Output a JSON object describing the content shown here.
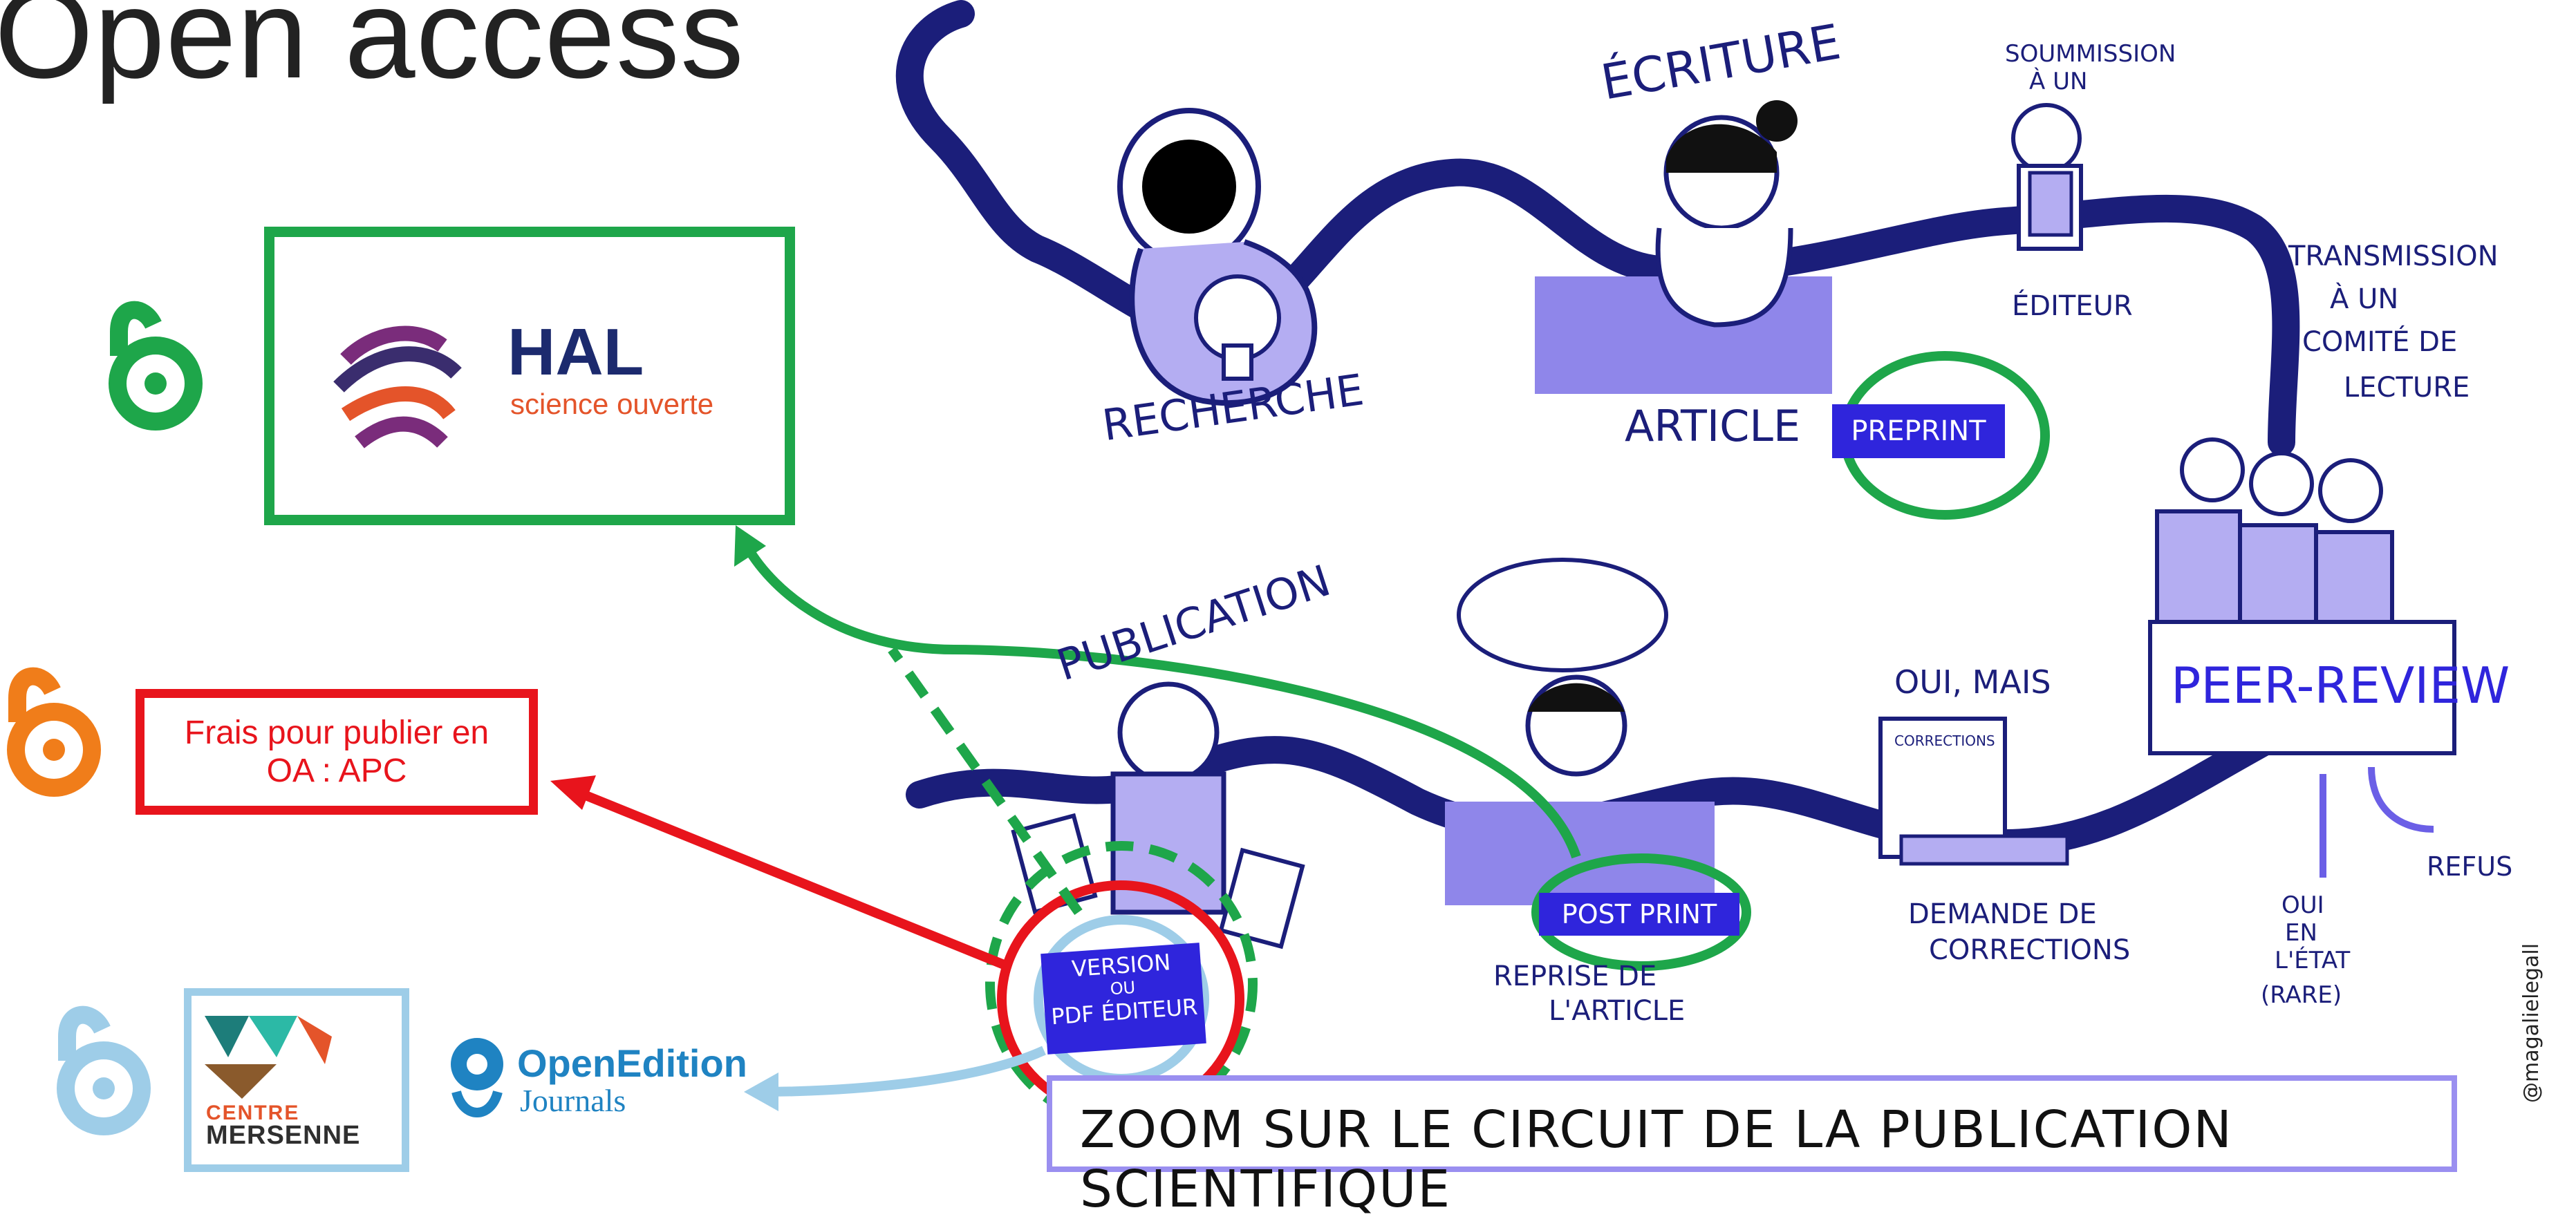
{
  "slide": {
    "title": "Open access"
  },
  "hal": {
    "name": "HAL",
    "tagline": "science ouverte"
  },
  "apc": {
    "line1": "Frais pour publier en",
    "line2": "OA : APC"
  },
  "mersenne": {
    "centre": "CENTRE",
    "name": "MERSENNE"
  },
  "openedition": {
    "name": "OpenEdition",
    "sub": "Journals"
  },
  "illustration": {
    "recherche": "RECHERCHE",
    "ecriture": "ÉCRITURE",
    "article": "ARTICLE",
    "preprint": "PREPRINT",
    "soumission1": "SOUMMISSION",
    "soumission2": "À UN",
    "editeur": "ÉDITEUR",
    "transmission1": "TRANSMISSION",
    "transmission2": "À UN",
    "transmission3": "COMITÉ DE",
    "transmission4": "LECTURE",
    "peer_review": "PEER-REVIEW",
    "publication": "PUBLICATION",
    "version1": "VERSION",
    "version2": "OU",
    "version3": "PDF ÉDITEUR",
    "post_print": "POST PRINT",
    "reprise1": "REPRISE DE",
    "reprise2": "L'ARTICLE",
    "oui_mais": "OUI, MAIS",
    "corrections_label": "CORRECTIONS",
    "demande1": "DEMANDE DE",
    "demande2": "CORRECTIONS",
    "refus": "REFUS",
    "oui1": "OUI",
    "oui2": "EN",
    "oui3": "L'ÉTAT",
    "oui4": "(RARE)",
    "banner": "ZOOM SUR LE CIRCUIT DE LA PUBLICATION SCIENTIFIQUE",
    "credit": "@magalielegall"
  },
  "colors": {
    "green": "#1ea64a",
    "orange": "#f07d1a",
    "light_blue": "#9ecde8",
    "red": "#e8141c",
    "navy": "#1b1e7a",
    "violet": "#2f25dc",
    "lavender": "#b4adf2"
  }
}
